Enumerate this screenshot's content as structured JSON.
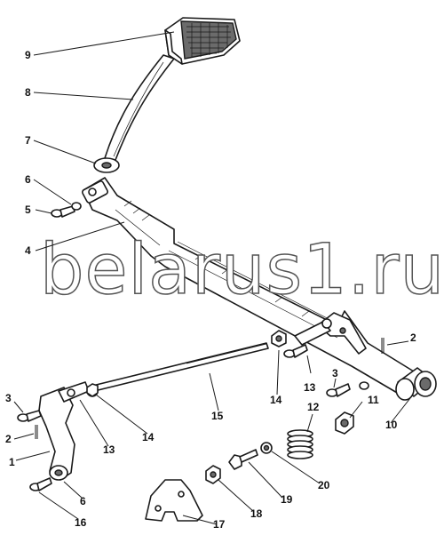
{
  "watermark": "belarus1.ru",
  "callouts": [
    {
      "id": "c9",
      "text": "9"
    },
    {
      "id": "c8",
      "text": "8"
    },
    {
      "id": "c7",
      "text": "7"
    },
    {
      "id": "c6a",
      "text": "6"
    },
    {
      "id": "c5",
      "text": "5"
    },
    {
      "id": "c4",
      "text": "4"
    },
    {
      "id": "c2a",
      "text": "2"
    },
    {
      "id": "c3a",
      "text": "3"
    },
    {
      "id": "c13a",
      "text": "13"
    },
    {
      "id": "c14a",
      "text": "14"
    },
    {
      "id": "c12",
      "text": "12"
    },
    {
      "id": "c11",
      "text": "11"
    },
    {
      "id": "c10",
      "text": "10"
    },
    {
      "id": "c15",
      "text": "15"
    },
    {
      "id": "c3b",
      "text": "3"
    },
    {
      "id": "c2b",
      "text": "2"
    },
    {
      "id": "c1",
      "text": "1"
    },
    {
      "id": "c13b",
      "text": "13"
    },
    {
      "id": "c14b",
      "text": "14"
    },
    {
      "id": "c6b",
      "text": "6"
    },
    {
      "id": "c16",
      "text": "16"
    },
    {
      "id": "c20",
      "text": "20"
    },
    {
      "id": "c19",
      "text": "19"
    },
    {
      "id": "c18",
      "text": "18"
    },
    {
      "id": "c17",
      "text": "17"
    }
  ]
}
